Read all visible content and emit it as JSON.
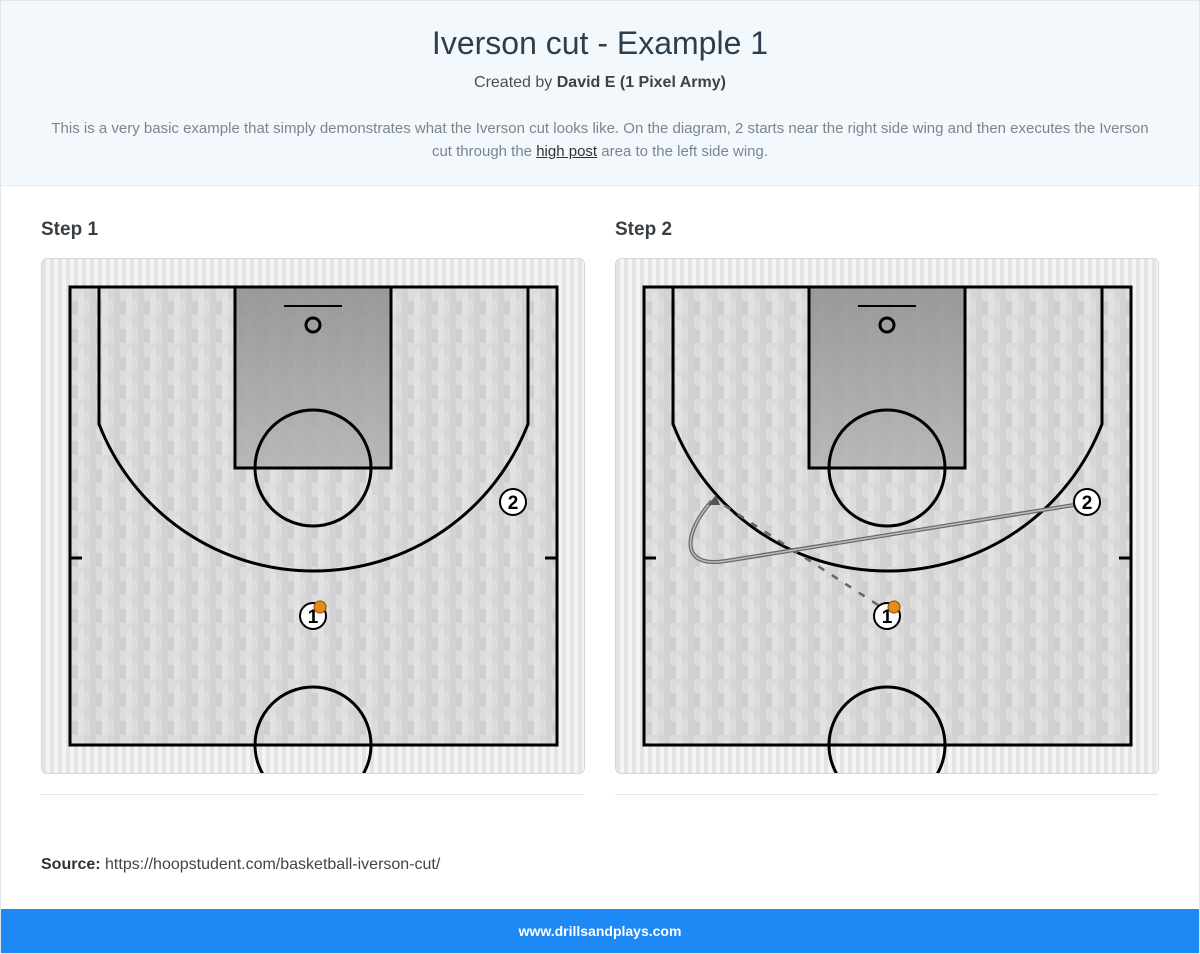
{
  "header": {
    "title": "Iverson cut - Example 1",
    "created_by_prefix": "Created by",
    "author": "David E (1 Pixel Army)",
    "description_part1": "This is a very basic example that simply demonstrates what the Iverson cut looks like. On the diagram, 2 starts near the right side wing and then executes the Iverson cut through the",
    "description_link": "high post",
    "description_part2": "area to the left side wing."
  },
  "steps": [
    {
      "title": "Step 1",
      "players": [
        "1",
        "2"
      ]
    },
    {
      "title": "Step 2",
      "players": [
        "1",
        "2"
      ]
    }
  ],
  "source": {
    "label": "Source:",
    "url": "https://hoopstudent.com/basketball-iverson-cut/"
  },
  "footer": {
    "site": "www.drillsandplays.com"
  },
  "colors": {
    "header_bg": "#f3f8fc",
    "footer_bg": "#1e88f5",
    "ball": "#e68a1a"
  }
}
